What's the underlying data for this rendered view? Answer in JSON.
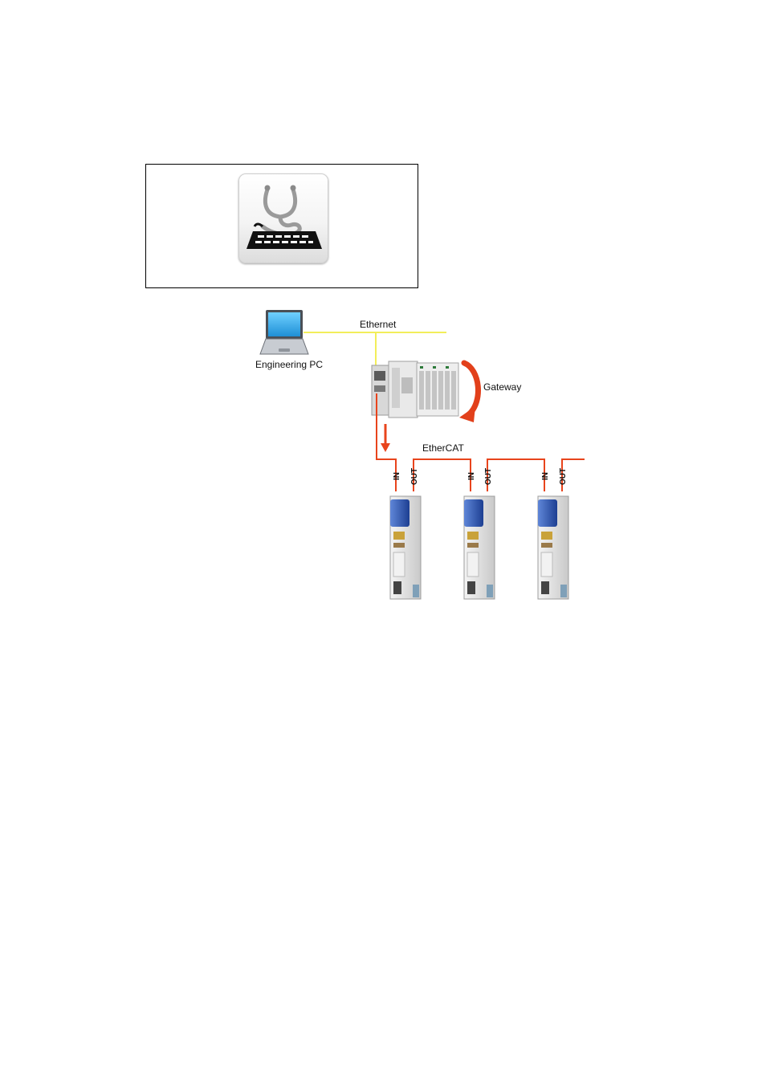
{
  "icon": {
    "name": "stethoscope-keyboard-icon"
  },
  "labels": {
    "ethernet": "Ethernet",
    "engineering_pc": "Engineering PC",
    "gateway": "Gateway",
    "ethercat": "EtherCAT"
  },
  "ports": {
    "in": "IN",
    "out": "OUT"
  },
  "colors": {
    "ethernet_line": "#f2ee5a",
    "ethercat_line": "#e8441c",
    "gateway_arrow": "#e2401b",
    "drive_blue": "#2a4fa8"
  }
}
